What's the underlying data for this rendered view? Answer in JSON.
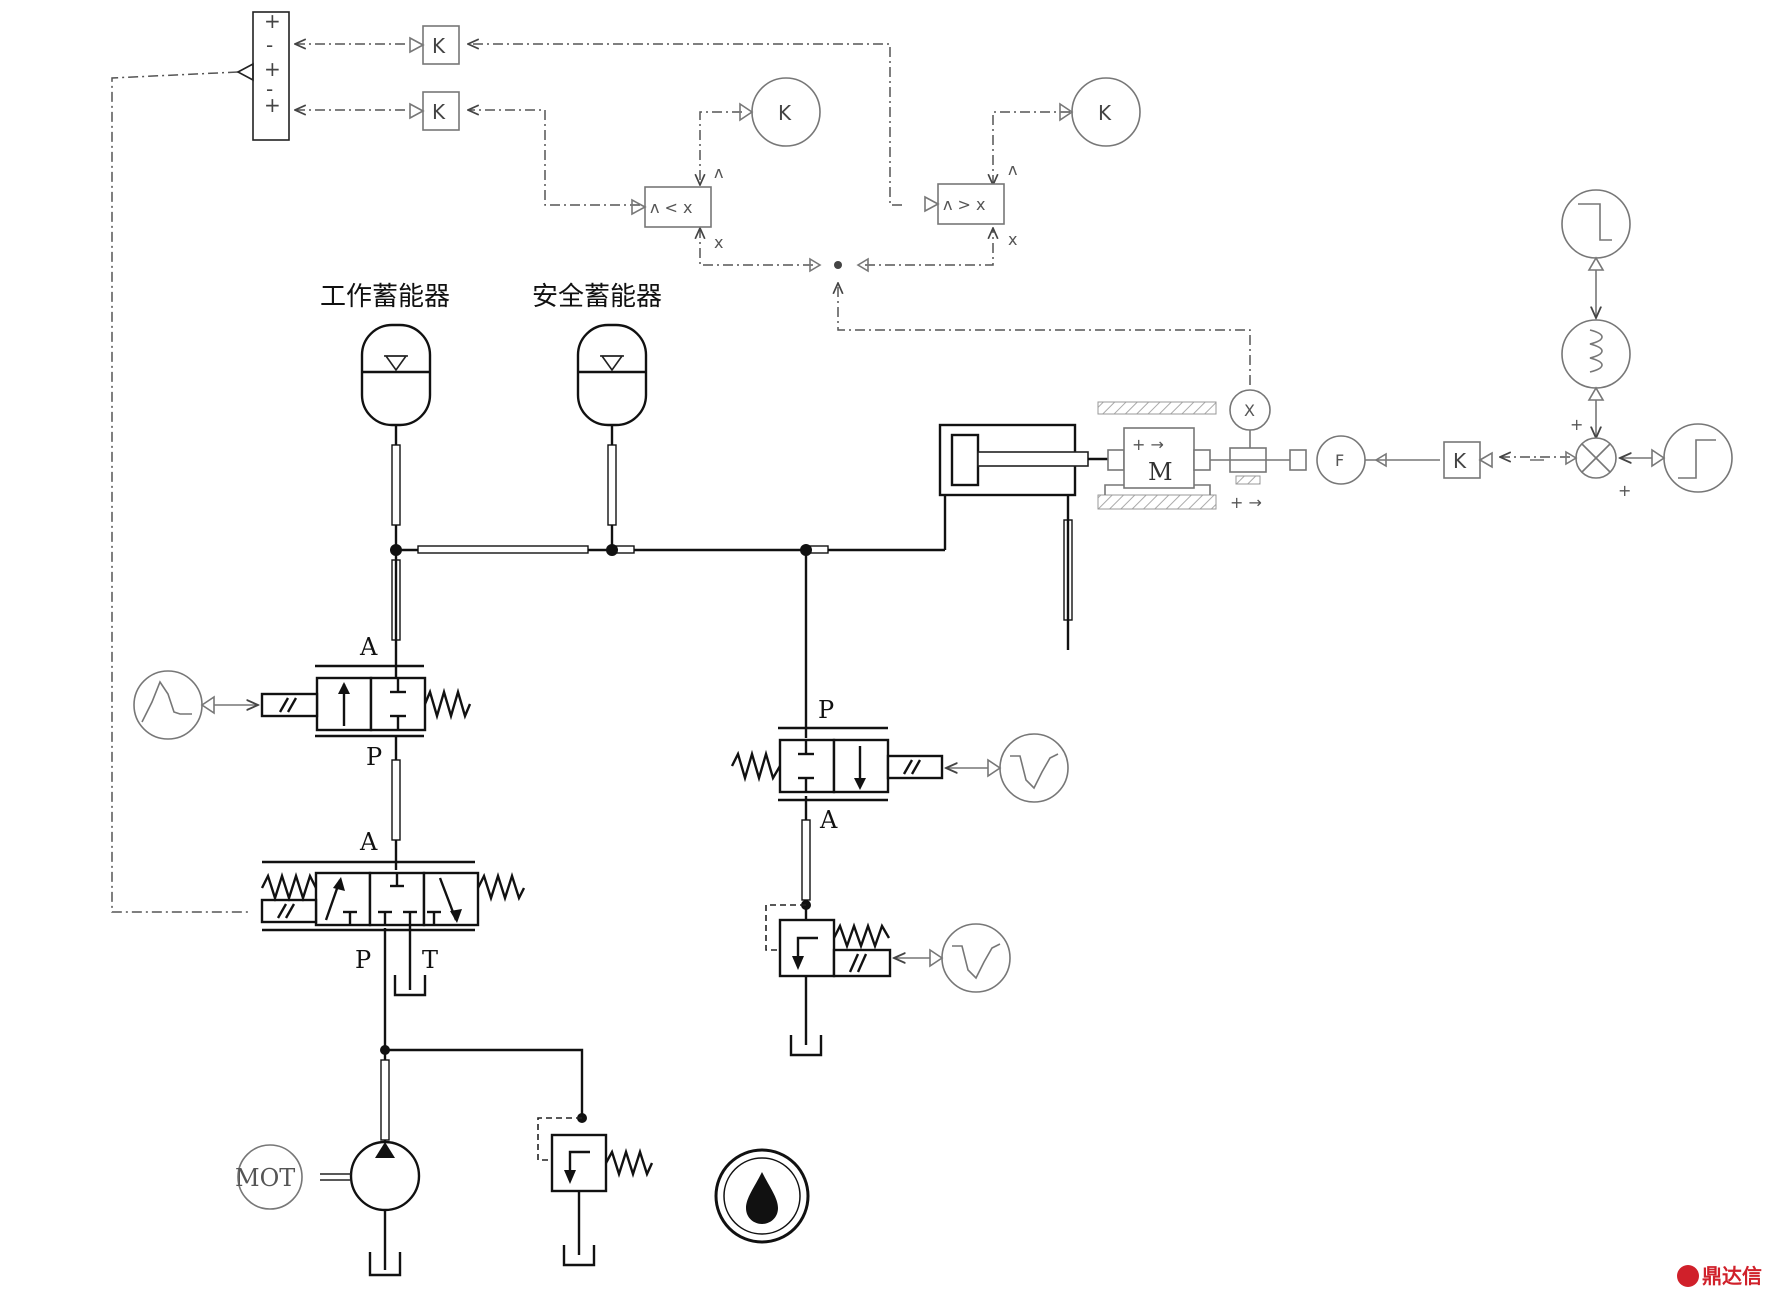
{
  "accumulators": {
    "working_label": "工作蓄能器",
    "safety_label": "安全蓄能器"
  },
  "valve_upper": {
    "port_top": "A",
    "port_bottom": "P"
  },
  "valve_lower": {
    "port_top": "A",
    "port_bottom_left": "P",
    "port_bottom_right": "T"
  },
  "valve_right": {
    "port_top": "P",
    "port_bottom": "A"
  },
  "motor_label": "MOT",
  "mass_label": "M",
  "blocks": {
    "gain": "K",
    "force_sensor": "F",
    "displacement_sensor": "X",
    "compare_less": "ʌ < x",
    "compare_greater": "ʌ > x",
    "port_hat": "ʌ",
    "port_x": "x",
    "sum_signs": [
      "+",
      "-",
      "+",
      "-",
      "+"
    ]
  },
  "watermark": "鼎达信",
  "colors": {
    "line": "#111111",
    "signal": "#555555",
    "watermark": "#d0202a"
  }
}
